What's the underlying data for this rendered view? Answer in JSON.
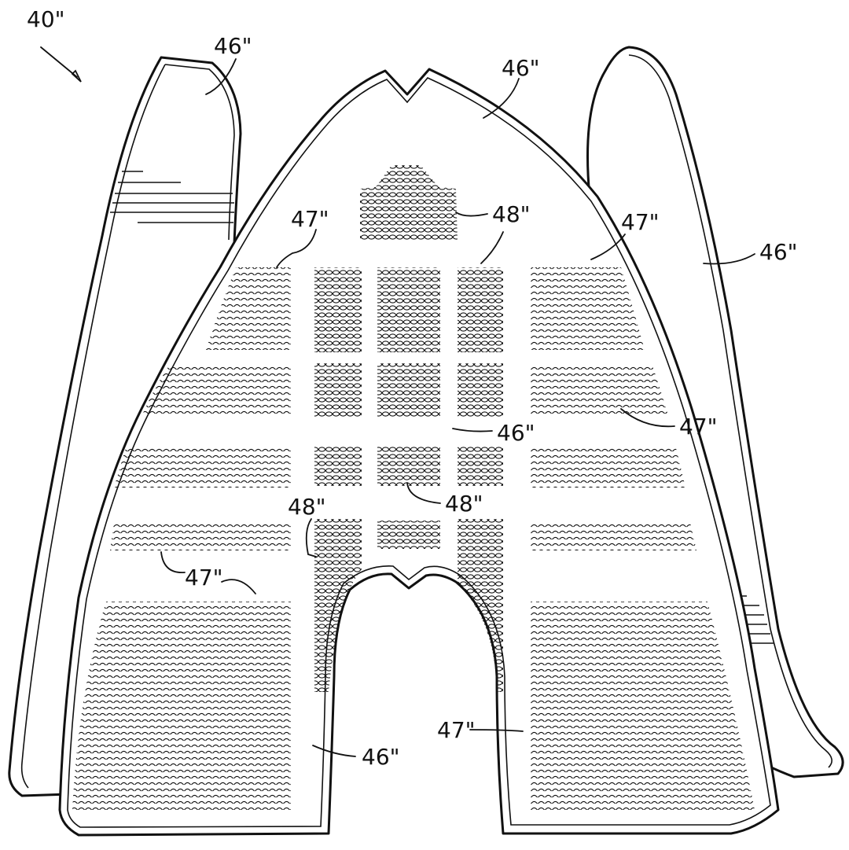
{
  "figure": {
    "labels": {
      "main": "40\"",
      "outer_layer": "46\"",
      "mesh_region": "47\"",
      "perforation_region": "48\""
    }
  }
}
